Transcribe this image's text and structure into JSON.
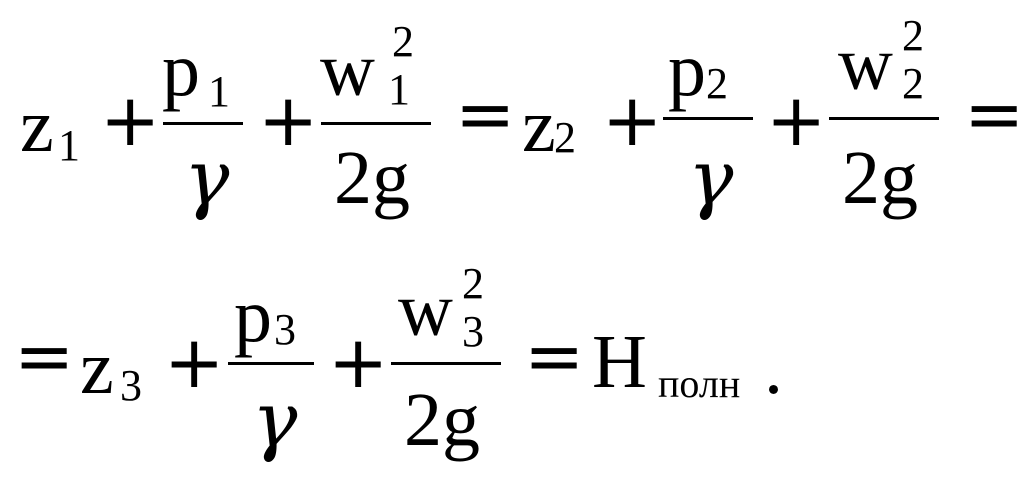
{
  "equation": {
    "line1": {
      "z1": {
        "base": "z",
        "sub": "1"
      },
      "plus1": "+",
      "frac1": {
        "num_base": "p",
        "num_sub": "1",
        "den": "γ"
      },
      "plus2": "+",
      "frac2": {
        "num_base": "w",
        "num_sub": "1",
        "num_sup": "2",
        "den": "2g"
      },
      "equals1": "=",
      "z2": {
        "base": "z",
        "sub": "2"
      },
      "plus3": "+",
      "frac3": {
        "num_base": "p",
        "num_sub": "2",
        "den": "γ"
      },
      "plus4": "+",
      "frac4": {
        "num_base": "w",
        "num_sub": "2",
        "num_sup": "2",
        "den": "2g"
      },
      "equals2": "="
    },
    "line2": {
      "equals3": "=",
      "z3": {
        "base": "z",
        "sub": "3"
      },
      "plus5": "+",
      "frac5": {
        "num_base": "p",
        "num_sub": "3",
        "den": "γ"
      },
      "plus6": "+",
      "frac6": {
        "num_base": "w",
        "num_sub": "3",
        "num_sup": "2",
        "den": "2g"
      },
      "equals4": "=",
      "H": {
        "base": "H",
        "sub": "полн"
      },
      "period": "."
    }
  }
}
